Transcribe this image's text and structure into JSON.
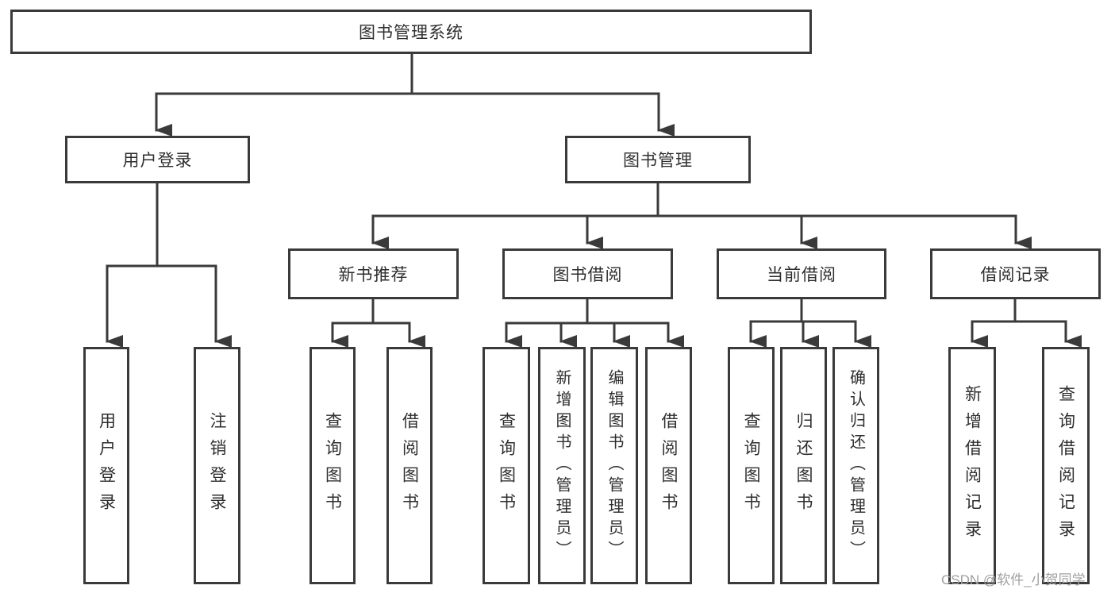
{
  "diagram": {
    "type": "hierarchy-tree",
    "watermark": "CSDN @软件_小贺同学",
    "colors": {
      "line": "#3a3a3a",
      "text": "#2e2e2e",
      "watermark": "#a0a0a0",
      "background": "#ffffff"
    },
    "nodes": {
      "root": {
        "label": "图书管理系统"
      },
      "user_login": {
        "label": "用户登录"
      },
      "book_mgmt": {
        "label": "图书管理"
      },
      "new_book_rec": {
        "label": "新书推荐"
      },
      "book_borrow": {
        "label": "图书借阅"
      },
      "current_borrow": {
        "label": "当前借阅"
      },
      "borrow_records": {
        "label": "借阅记录"
      },
      "leaf_user_login": {
        "label": "用户登录"
      },
      "leaf_logout": {
        "label": "注销登录"
      },
      "leaf_rec_query": {
        "label": "查询图书"
      },
      "leaf_rec_borrow": {
        "label": "借阅图书"
      },
      "leaf_bb_query": {
        "label": "查询图书"
      },
      "leaf_bb_add": {
        "label": "新增图书（管理员）"
      },
      "leaf_bb_edit": {
        "label": "编辑图书（管理员）"
      },
      "leaf_bb_borrow": {
        "label": "借阅图书"
      },
      "leaf_cb_query": {
        "label": "查询图书"
      },
      "leaf_cb_return": {
        "label": "归还图书"
      },
      "leaf_cb_confirm": {
        "label": "确认归还（管理员）"
      },
      "leaf_br_add": {
        "label": "新增借阅记录"
      },
      "leaf_br_query": {
        "label": "查询借阅记录"
      }
    },
    "edges": [
      "图书管理系统→用户登录",
      "图书管理系统→图书管理",
      "用户登录→用户登录",
      "用户登录→注销登录",
      "图书管理→新书推荐",
      "图书管理→图书借阅",
      "图书管理→当前借阅",
      "图书管理→借阅记录",
      "新书推荐→查询图书",
      "新书推荐→借阅图书",
      "图书借阅→查询图书",
      "图书借阅→新增图书（管理员）",
      "图书借阅→编辑图书（管理员）",
      "图书借阅→借阅图书",
      "当前借阅→查询图书",
      "当前借阅→归还图书",
      "当前借阅→确认归还（管理员）",
      "借阅记录→新增借阅记录",
      "借阅记录→查询借阅记录"
    ]
  }
}
